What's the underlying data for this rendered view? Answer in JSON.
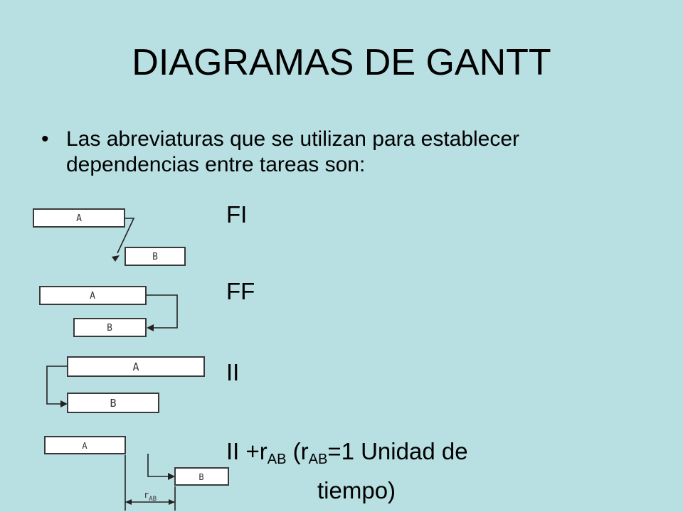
{
  "slide": {
    "title": "DIAGRAMAS DE GANTT",
    "bullet_symbol": "•",
    "intro_text": "Las abreviaturas que se utilizan para establecer dependencias entre tareas son:"
  },
  "dependencies": [
    {
      "code": "FI",
      "task_a": "A",
      "task_b": "B"
    },
    {
      "code": "FF",
      "task_a": "A",
      "task_b": "B"
    },
    {
      "code": "II",
      "task_a": "A",
      "task_b": "B"
    },
    {
      "code_prefix": "II +r",
      "sub1": "AB",
      "mid": " (r",
      "sub2": "AB",
      "suffix": "=1 Unidad de",
      "continuation": "tiempo)",
      "task_a": "A",
      "task_b": "B",
      "lag_label": "r",
      "lag_sub": "AB"
    }
  ]
}
